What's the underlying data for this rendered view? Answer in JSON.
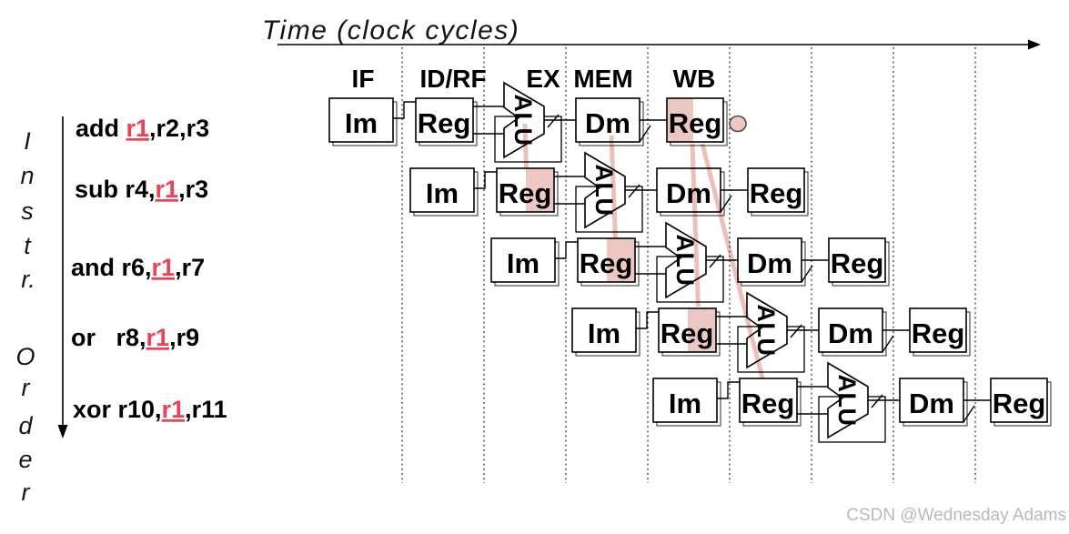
{
  "title": "Time (clock cycles)",
  "instr_order_axis": {
    "letters_instr": [
      "I",
      "n",
      "s",
      "t",
      "r."
    ],
    "letters_order": [
      "O",
      "r",
      "d",
      "e",
      "r"
    ]
  },
  "stage_headers": [
    "IF",
    "ID/RF",
    "EX",
    "MEM",
    "WB"
  ],
  "instructions": [
    {
      "pre": "add ",
      "hazard_reg": "r1",
      "post": ",r2,r3"
    },
    {
      "pre": "sub r4,",
      "hazard_reg": "r1",
      "post": ",r3"
    },
    {
      "pre": "and r6,",
      "hazard_reg": "r1",
      "post": ",r7"
    },
    {
      "pre": "or   r8,",
      "hazard_reg": "r1",
      "post": ",r9"
    },
    {
      "pre": "xor r10,",
      "hazard_reg": "r1",
      "post": ",r11"
    }
  ],
  "pipeline": {
    "box_labels": {
      "im": "Im",
      "reg": "Reg",
      "alu": "ALU",
      "dm": "Dm",
      "reg_wb": "Reg"
    },
    "rows": [
      {
        "instruction": "add r1,r2,r3",
        "wb_reg_write_shaded": true,
        "id_reg_read_shaded": false
      },
      {
        "instruction": "sub r4,r1,r3",
        "wb_reg_write_shaded": false,
        "id_reg_read_shaded": true
      },
      {
        "instruction": "and r6,r1,r7",
        "wb_reg_write_shaded": false,
        "id_reg_read_shaded": true
      },
      {
        "instruction": "or r8,r1,r9",
        "wb_reg_write_shaded": false,
        "id_reg_read_shaded": true
      },
      {
        "instruction": "xor r10,r1,r11",
        "wb_reg_write_shaded": false,
        "id_reg_read_shaded": false
      }
    ]
  },
  "hazard_lines": [
    {
      "from": "add EX ALU",
      "to": "sub ID Reg read"
    },
    {
      "from": "add MEM Dm",
      "to": "and ID Reg read"
    },
    {
      "from": "add WB Reg write",
      "to": "or ID Reg read"
    },
    {
      "from": "add WB Reg write",
      "to": "xor ID Reg read"
    }
  ],
  "watermark": "CSDN @Wednesday Adams",
  "colors": {
    "highlight_red": "#ee4155",
    "underline_pink": "#f6a3ab",
    "shade_pink": "#edc8c3",
    "line_pink": "#ecc0b8",
    "watermark_gray": "#b9b9b9"
  }
}
